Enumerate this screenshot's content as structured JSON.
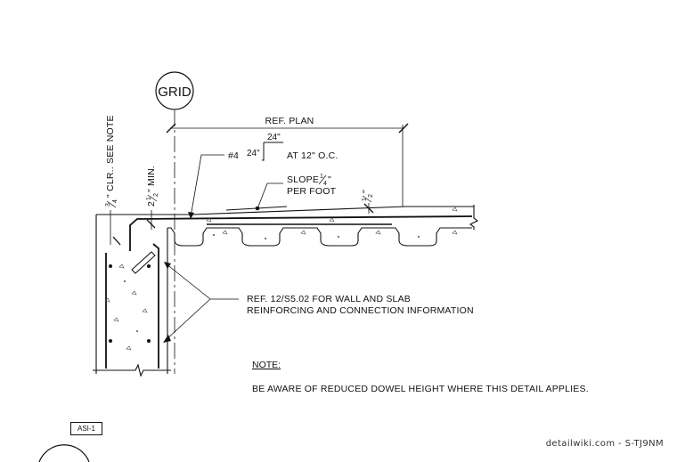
{
  "grid_label": "GRID",
  "ref_plan": "REF. PLAN",
  "dim_24_top": "24\"",
  "dim_24_left": "24\"",
  "bar_size": "#4",
  "bar_spacing": "AT 12\" O.C.",
  "slope_text": "SLOPE",
  "slope_frac_num": "1",
  "slope_frac_den": "4",
  "slope_inch": "\"",
  "per_foot": "PER FOOT",
  "clr_prefix": "3",
  "clr_den": "4",
  "clr_text": "\" CLR.. SEE NOTE",
  "min_whole": "2",
  "min_num": "1",
  "min_den": "2",
  "min_text": "\" MIN.",
  "half_num": "1",
  "half_den": "2",
  "half_inch": "\"",
  "ref_detail_line1": "REF. 12/S5.02 FOR WALL AND SLAB",
  "ref_detail_line2": "REINFORCING AND CONNECTION INFORMATION",
  "note_heading": "NOTE:",
  "note_text": "BE AWARE OF REDUCED DOWEL HEIGHT WHERE THIS DETAIL APPLIES.",
  "sheet_tag": "ASI-1",
  "watermark": "detailwiki.com - S-TJ9NM"
}
